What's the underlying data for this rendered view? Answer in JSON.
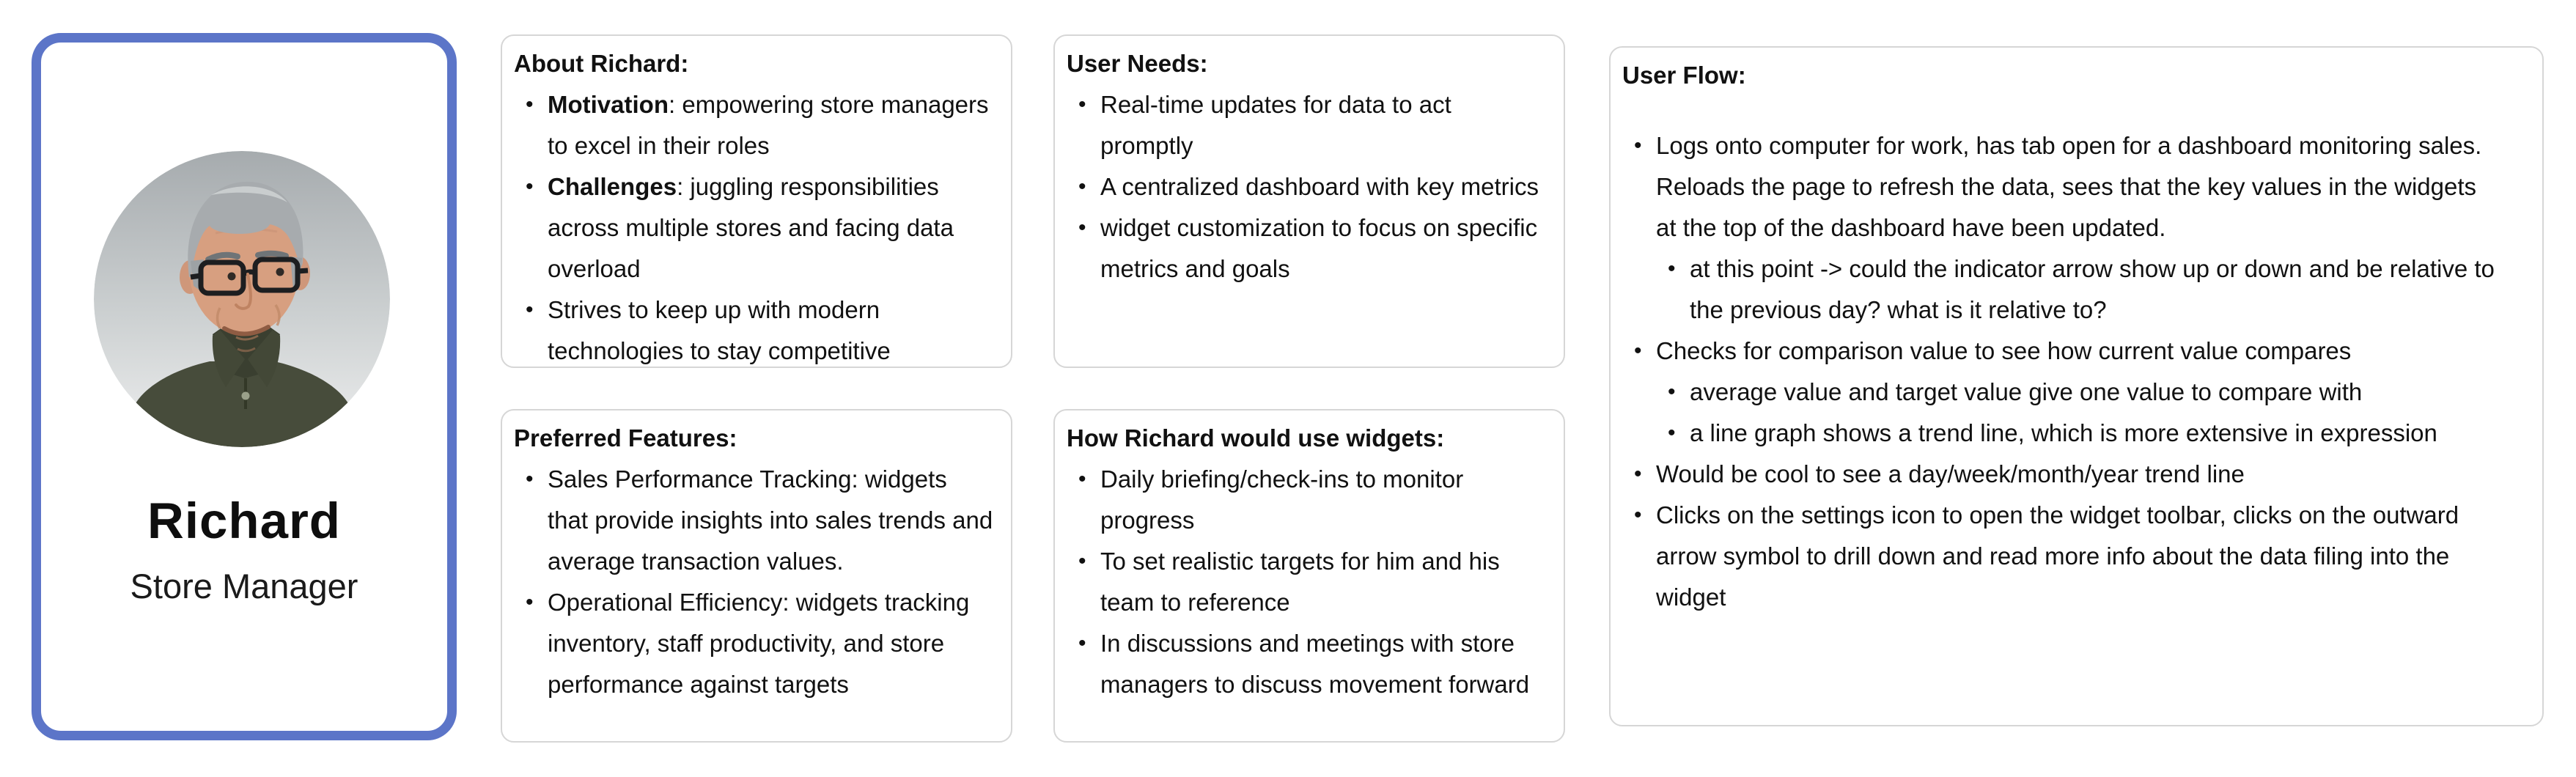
{
  "persona": {
    "name": "Richard",
    "role": "Store Manager"
  },
  "accent_color": "#5C75C8",
  "card_border_color": "#D6D6D6",
  "text_color": "#111111",
  "cards": {
    "about": {
      "title": "About Richard:",
      "bullets": [
        {
          "level": 0,
          "bold": "Motivation",
          "text": ": empowering store managers to excel in their roles"
        },
        {
          "level": 0,
          "bold": "Challenges",
          "text": ": juggling responsibilities across multiple stores and facing data overload"
        },
        {
          "level": 0,
          "bold": "",
          "text": "Strives to keep up with modern technologies to stay competitive"
        }
      ]
    },
    "preferred_features": {
      "title": "Preferred Features:",
      "bullets": [
        {
          "level": 0,
          "bold": "",
          "text": "Sales Performance Tracking: widgets that provide insights into sales trends and average transaction values."
        },
        {
          "level": 0,
          "bold": "",
          "text": "Operational Efficiency: widgets tracking inventory, staff productivity, and store performance against targets"
        }
      ]
    },
    "user_needs": {
      "title": "User Needs:",
      "bullets": [
        {
          "level": 0,
          "bold": "",
          "text": "Real-time updates for data to act promptly"
        },
        {
          "level": 0,
          "bold": "",
          "text": "A centralized dashboard with key metrics"
        },
        {
          "level": 0,
          "bold": "",
          "text": "widget customization to focus on specific metrics and goals"
        }
      ]
    },
    "widget_usage": {
      "title": "How Richard would use widgets:",
      "bullets": [
        {
          "level": 0,
          "bold": "",
          "text": "Daily briefing/check-ins to monitor progress"
        },
        {
          "level": 0,
          "bold": "",
          "text": "To set realistic targets for him and his team to reference"
        },
        {
          "level": 0,
          "bold": "",
          "text": "In discussions and meetings with store managers to discuss movement forward"
        }
      ]
    },
    "user_flow": {
      "title": "User Flow:",
      "bullets": [
        {
          "level": 0,
          "bold": "",
          "text": "Logs onto computer for work, has tab open for a dashboard monitoring sales. Reloads the page to refresh the data, sees that the key values in the widgets at the top of the dashboard have been updated."
        },
        {
          "level": 1,
          "bold": "",
          "text": "at this point -> could the indicator arrow show up or down and be relative to the previous day? what is it relative to?"
        },
        {
          "level": 0,
          "bold": "",
          "text": "Checks for comparison value to see how current value compares"
        },
        {
          "level": 1,
          "bold": "",
          "text": "average value and target value give one value to compare with"
        },
        {
          "level": 1,
          "bold": "",
          "text": "a line graph shows a trend line, which is more extensive in expression"
        },
        {
          "level": 0,
          "bold": "",
          "text": "Would be cool to see a day/week/month/year trend line"
        },
        {
          "level": 0,
          "bold": "",
          "text": "Clicks on the settings icon to open the widget toolbar, clicks on the outward arrow symbol to drill down and read more info about the data filing into the widget"
        }
      ]
    }
  }
}
